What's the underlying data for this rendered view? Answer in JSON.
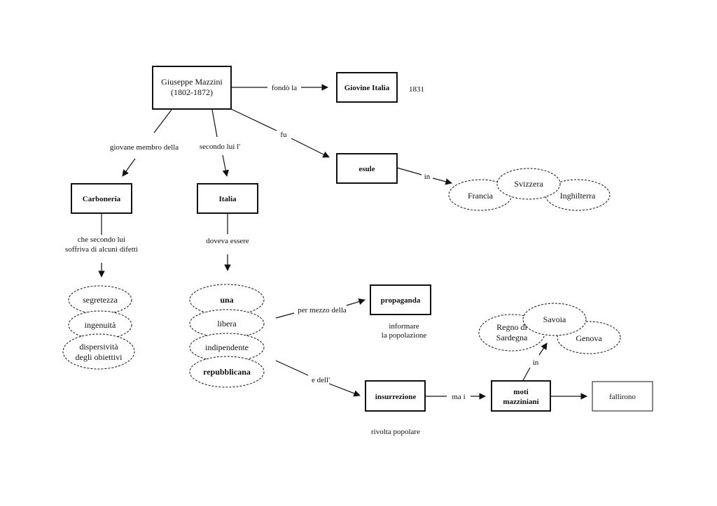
{
  "nodes": {
    "mazzini": [
      "Giuseppe Mazzini",
      "(1802-1872)"
    ],
    "giovine_italia": "Giovine Italia",
    "year": "1831",
    "esule": "esule",
    "carboneria": "Carboneria",
    "italia": "Italia",
    "propaganda": "propaganda",
    "insurrezione": "insurrezione",
    "moti": [
      "moti",
      "mazziniani"
    ],
    "fallirono": "fallirono"
  },
  "places_exile": [
    "Francia",
    "Svizzera",
    "Inghilterra"
  ],
  "places_moti": {
    "regno": [
      "Regno di",
      "Sardegna"
    ],
    "savoia": "Savoia",
    "genova": "Genova"
  },
  "carboneria_defects": {
    "segretezza": "segretezza",
    "ingenuita": "ingenuità",
    "dispersivita": [
      "dispersività",
      "degli obiettivi"
    ]
  },
  "italia_qualities": [
    "una",
    "libera",
    "indipendente",
    "repubblicana"
  ],
  "edge_labels": {
    "fondo_la": "fondò la",
    "fu": "fu",
    "in_exile": "in",
    "giovane_membro": "giovane membro della",
    "secondo_lui": "secondo lui l'",
    "che_secondo": [
      "che secondo lui",
      "soffriva di alcuni difetti"
    ],
    "doveva_essere": "doveva essere",
    "per_mezzo": "per mezzo della",
    "e_dell": "e dell'",
    "ma_i": "ma i",
    "in_moti": "in"
  },
  "notes": {
    "informare": [
      "informare",
      "la popolazione"
    ],
    "rivolta": "rivolta popolare"
  }
}
